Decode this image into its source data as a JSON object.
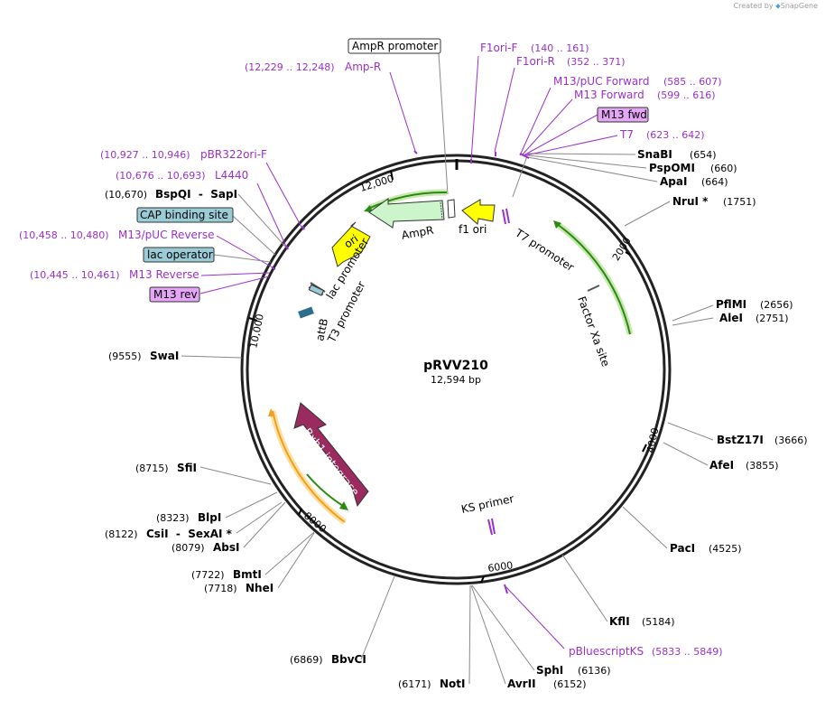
{
  "credit": {
    "prefix": "Created by",
    "brand": "SnapGene"
  },
  "plasmid": {
    "name": "pRVV210",
    "size": "12,594 bp",
    "length": 12594
  },
  "ticks": [
    {
      "pos": 2000,
      "label": "2000"
    },
    {
      "pos": 4000,
      "label": "4000"
    },
    {
      "pos": 6000,
      "label": "6000"
    },
    {
      "pos": 8000,
      "label": "8000"
    },
    {
      "pos": 10000,
      "label": "10,000"
    },
    {
      "pos": 12000,
      "label": "12,000"
    }
  ],
  "enzymes": [
    {
      "name": "SnaBI",
      "pos": "(654)",
      "side": "right"
    },
    {
      "name": "PspOMI",
      "pos": "(660)",
      "side": "right"
    },
    {
      "name": "ApaI",
      "pos": "(664)",
      "side": "right"
    },
    {
      "name": "NruI *",
      "pos": "(1751)",
      "side": "right"
    },
    {
      "name": "PflMI",
      "pos": "(2656)",
      "side": "right"
    },
    {
      "name": "AleI",
      "pos": "(2751)",
      "side": "right"
    },
    {
      "name": "BstZ17I",
      "pos": "(3666)",
      "side": "right"
    },
    {
      "name": "AfeI",
      "pos": "(3855)",
      "side": "right"
    },
    {
      "name": "PacI",
      "pos": "(4525)",
      "side": "right"
    },
    {
      "name": "KflI",
      "pos": "(5184)",
      "side": "right"
    },
    {
      "name": "SphI",
      "pos": "(6136)",
      "side": "right"
    },
    {
      "name": "AvrII",
      "pos": "(6152)",
      "side": "right"
    },
    {
      "name": "NotI",
      "pos": "(6171)",
      "side": "left"
    },
    {
      "name": "BbvCI",
      "pos": "(6869)",
      "side": "left"
    },
    {
      "name": "NheI",
      "pos": "(7718)",
      "side": "left"
    },
    {
      "name": "BmtI",
      "pos": "(7722)",
      "side": "left"
    },
    {
      "name": "AbsI",
      "pos": "(8079)",
      "side": "left"
    },
    {
      "name": "CsiI  -  SexAI *",
      "pos": "(8122)",
      "side": "left"
    },
    {
      "name": "BlpI",
      "pos": "(8323)",
      "side": "left"
    },
    {
      "name": "SfiI",
      "pos": "(8715)",
      "side": "left"
    },
    {
      "name": "SwaI",
      "pos": "(9555)",
      "side": "left"
    },
    {
      "name": "BspQI  -  SapI",
      "pos": "(10,670)",
      "side": "left"
    }
  ],
  "primers": [
    {
      "name": "F1ori-F",
      "range": "(140 .. 161)"
    },
    {
      "name": "F1ori-R",
      "range": "(352 .. 371)"
    },
    {
      "name": "M13/pUC Forward",
      "range": "(585 .. 607)"
    },
    {
      "name": "M13 Forward",
      "range": "(599 .. 616)"
    },
    {
      "name": "M13 fwd",
      "range": ""
    },
    {
      "name": "T7",
      "range": "(623 .. 642)"
    },
    {
      "name": "Amp-R",
      "range": "(12,229 .. 12,248)"
    },
    {
      "name": "pBR322ori-F",
      "range": "(10,927 .. 10,946)"
    },
    {
      "name": "L4440",
      "range": "(10,676 .. 10,693)"
    },
    {
      "name": "M13/pUC Reverse",
      "range": "(10,458 .. 10,480)"
    },
    {
      "name": "M13 Reverse",
      "range": "(10,445 .. 10,461)"
    },
    {
      "name": "M13 rev",
      "range": ""
    },
    {
      "name": "pBluescriptKS",
      "range": "(5833 .. 5849)"
    }
  ],
  "boxed": {
    "amp_promoter": "AmpR promoter",
    "cap": "CAP binding site",
    "lac_op": "lac operator"
  },
  "features": {
    "ampr": "AmpR",
    "f1ori": "f1 ori",
    "ori": "ori",
    "t7prom": "T7 promoter",
    "factorxa": "Factor Xa site",
    "lacprom": "lac promoter",
    "t3prom": "T3 promoter",
    "attb": "attB",
    "bxb1": "Bxb1 integrase",
    "ks": "KS primer"
  },
  "colors": {
    "ampr": "#ccf5cc",
    "f1ori": "#ffffff",
    "ori": "#ffff00",
    "bxb1": "#9b2b5e",
    "cap": "#99ccd6",
    "primer": "#9b30c9",
    "fwd_box": "#e4a6f5",
    "attb": "#2e6e8c",
    "orf_green": "#2a8a10",
    "orf_orange": "#f0a020"
  }
}
